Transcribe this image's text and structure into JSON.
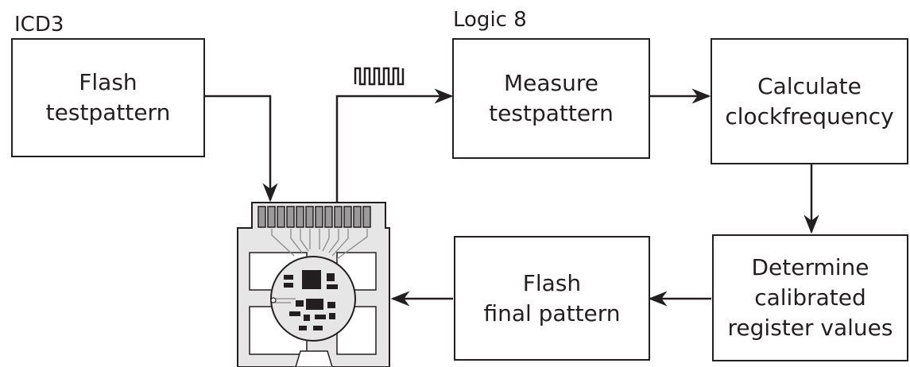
{
  "tool_labels": {
    "icd3": "ICD3",
    "logic8": "Logic 8"
  },
  "boxes": {
    "flash_testpattern": [
      "Flash",
      "testpattern"
    ],
    "measure_testpattern": [
      "Measure",
      "testpattern"
    ],
    "calculate_clock": [
      "Calculate",
      "clockfrequency"
    ],
    "determine_values": [
      "Determine",
      "calibrated",
      "register values"
    ],
    "flash_final": [
      "Flash",
      "final pattern"
    ]
  },
  "colors": {
    "stroke": "#231f20",
    "board_fill": "#e6e6e6",
    "chip": "#231f20"
  },
  "icons": {
    "signal": "square-wave-icon",
    "board": "pcb-board-icon"
  }
}
